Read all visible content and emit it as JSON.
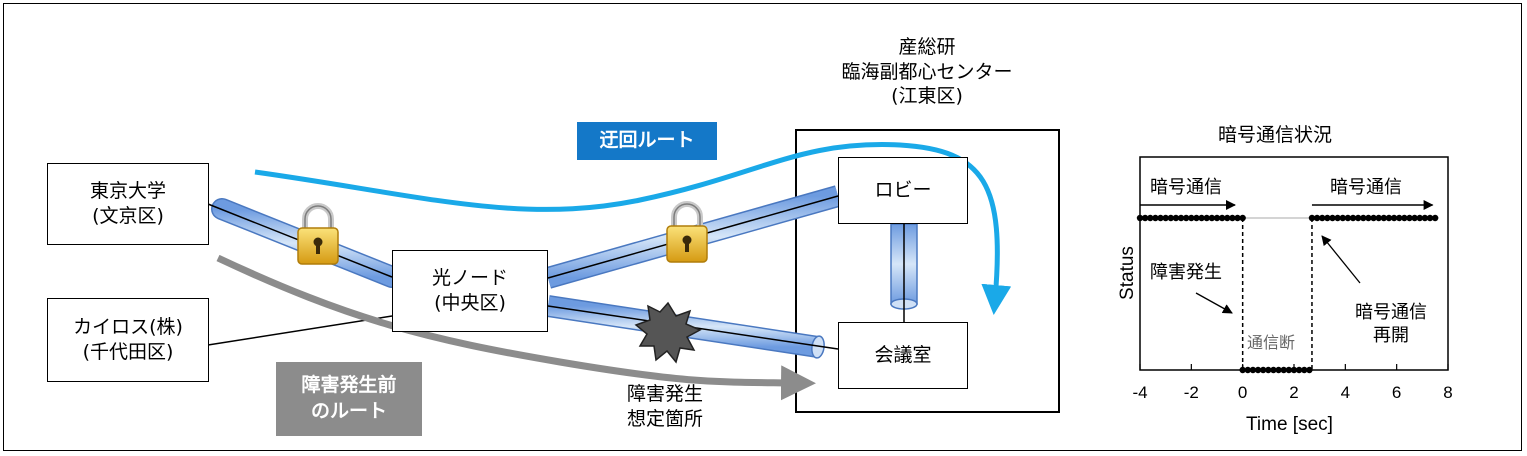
{
  "network": {
    "site_todai": [
      "東京大学",
      "(文京区)"
    ],
    "site_kairos": [
      "カイロス(株)",
      "(千代田区)"
    ],
    "node_optical": [
      "光ノード",
      "(中央区)"
    ],
    "center_title": [
      "産総研",
      "臨海副都心センター",
      "(江東区)"
    ],
    "room_lobby": "ロビー",
    "room_meeting": "会議室",
    "detour_label": "迂回ルート",
    "before_label": [
      "障害発生前",
      "のルート"
    ],
    "fault_label": [
      "障害発生",
      "想定箇所"
    ],
    "colors": {
      "detour": "#1aa9e8",
      "detour_tag": "#1478c8",
      "before": "#8c8c8c",
      "fiber": "#a9c7ea",
      "lock": "#e9b82c"
    }
  },
  "chart_data": {
    "type": "scatter",
    "title": "暗号通信状況",
    "xlabel": "Time [sec]",
    "ylabel": "Status",
    "xlim": [
      -4,
      8
    ],
    "xticks": [
      "-4",
      "-2",
      "0",
      "2",
      "4",
      "6",
      "8"
    ],
    "grid": false,
    "series": [
      {
        "x": [
          -4.0,
          -3.8,
          -3.6,
          -3.4,
          -3.2,
          -3.0,
          -2.8,
          -2.6,
          -2.4,
          -2.2,
          -2.0,
          -1.8,
          -1.6,
          -1.4,
          -1.2,
          -1.0,
          -0.8,
          -0.6,
          -0.4,
          -0.2,
          0.0
        ],
        "y": 1
      },
      {
        "x": [
          0.0,
          0.2,
          0.4,
          0.6,
          0.8,
          1.0,
          1.2,
          1.4,
          1.6,
          1.8,
          2.0,
          2.2,
          2.4,
          2.6
        ],
        "y": 0
      },
      {
        "x": [
          2.7,
          2.9,
          3.1,
          3.3,
          3.5,
          3.7,
          3.9,
          4.1,
          4.3,
          4.5,
          4.7,
          4.9,
          5.1,
          5.3,
          5.5,
          5.7,
          5.9,
          6.1,
          6.3,
          6.5,
          6.7,
          6.9,
          7.1,
          7.3,
          7.5
        ],
        "y": 1
      }
    ],
    "annotations": {
      "comm_left": "暗号通信",
      "comm_right": "暗号通信",
      "fault": "障害発生",
      "cut": "通信断",
      "resume": [
        "暗号通信",
        "再開"
      ]
    }
  }
}
